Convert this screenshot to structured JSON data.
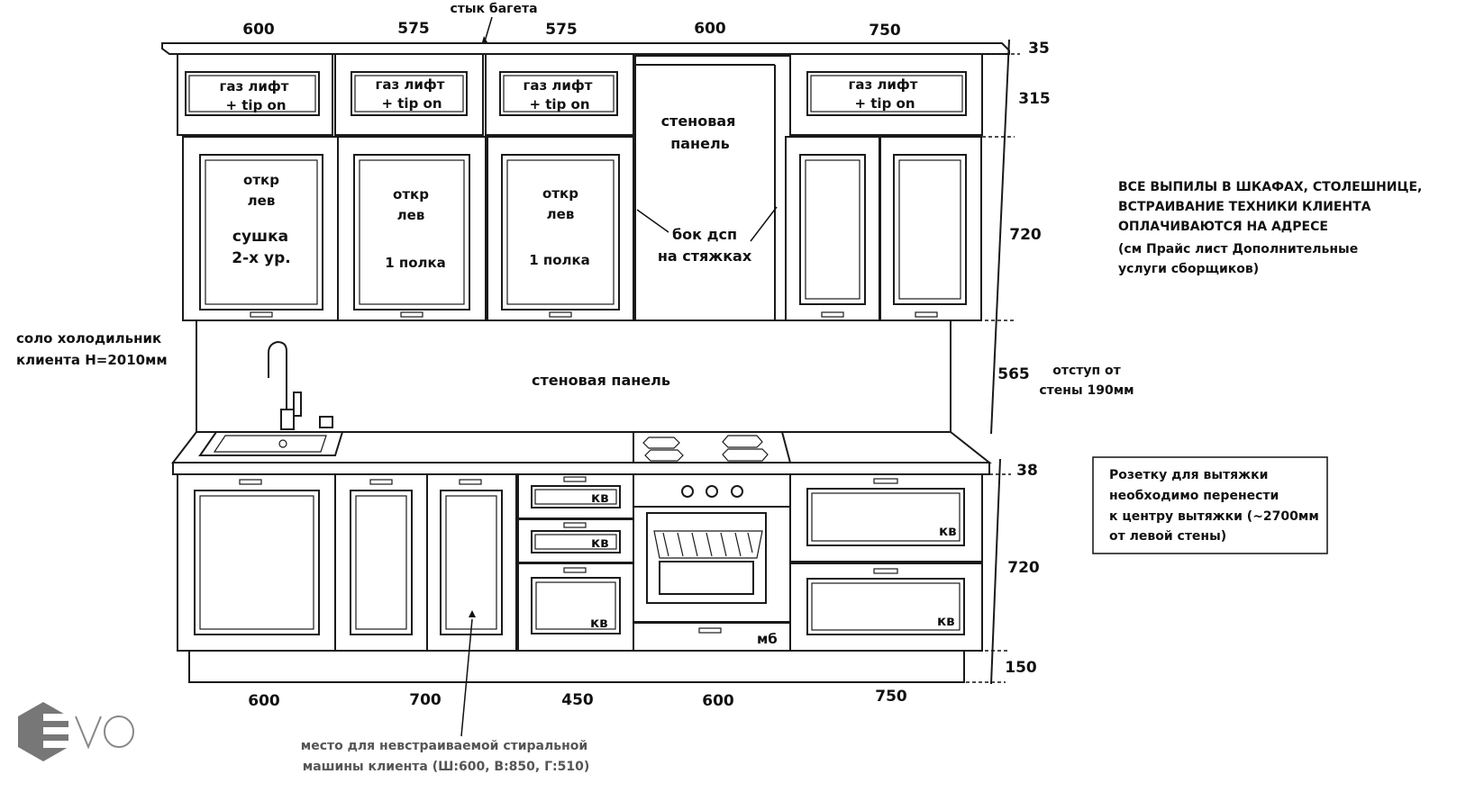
{
  "top_widths": [
    "600",
    "575",
    "575",
    "600",
    "750"
  ],
  "baguette_joint_label": "стык багета",
  "upper_flap_label": [
    "газ лифт",
    "+ tip on"
  ],
  "upper_doors": {
    "d1": [
      "откр",
      "лев",
      "сушка",
      "2-х ур."
    ],
    "d2": [
      "откр",
      "лев",
      "1 полка"
    ],
    "d3": [
      "откр",
      "лев",
      "1 полка"
    ]
  },
  "wall_panel_upper": [
    "стеновая",
    "панель"
  ],
  "side_panel_label": [
    "бок дсп",
    "на стяжках"
  ],
  "wall_panel_label": "стеновая панель",
  "fridge_note": [
    "соло холодильник",
    "клиента Н=2010мм"
  ],
  "right_dims": [
    "35",
    "315",
    "720",
    "565",
    "38",
    "720",
    "150"
  ],
  "offset_note": [
    "отступ от",
    "стены 190мм"
  ],
  "cutouts_note": [
    "ВСЕ ВЫПИЛЫ В ШКАФАХ, СТОЛЕШНИЦЕ,",
    "ВСТРАИВАНИЕ ТЕХНИКИ КЛИЕНТА",
    "ОПЛАЧИВАЮТСЯ  НА АДРЕСЕ",
    "(см Прайс лист Дополнительные",
    "услуги сборщиков)"
  ],
  "socket_note": [
    "Розетку для вытяжки",
    "необходимо перенести",
    "к центру вытяжки (~2700мм",
    "от левой стены)"
  ],
  "drawer_label": "кв",
  "plinth_drawer_label": "мб",
  "bottom_widths": [
    "600",
    "700",
    "450",
    "600",
    "750"
  ],
  "washer_note": [
    "место для невстраиваемой стиральной",
    "машины клиента (Ш:600, В:850, Г:510)"
  ],
  "logo_text": "EVO"
}
